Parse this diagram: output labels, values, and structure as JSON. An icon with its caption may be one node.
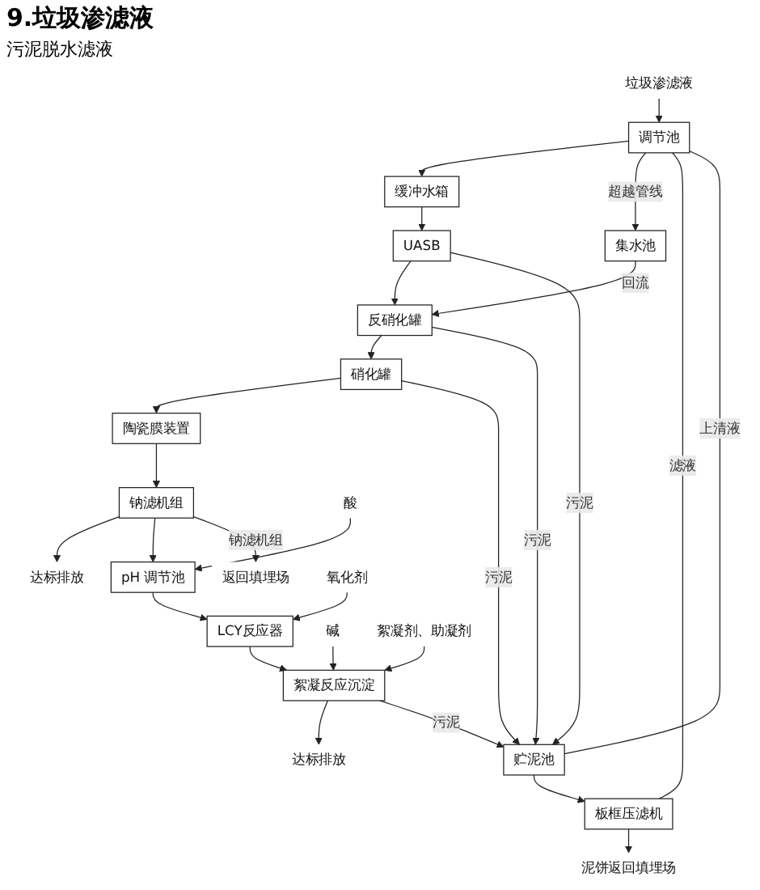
{
  "diagram": {
    "title": "9.垃圾渗滤液",
    "nodes": [
      {
        "text": [
          "调节池"
        ]
      },
      {
        "text": [
          "缓冲水箱"
        ]
      },
      {
        "text": [
          "UASB"
        ]
      },
      {
        "text": [
          "反硝化罐"
        ]
      },
      {
        "text": [
          "硝化罐"
        ]
      },
      {
        "text": [
          "陶瓷膜装置"
        ]
      },
      {
        "text": [
          "钠滤机组"
        ]
      },
      {
        "text": [
          "pH 调节池"
        ]
      },
      {
        "text": [
          "LCY反应器"
        ]
      },
      {
        "text": [
          "絮凝反应沉淀"
        ]
      },
      {
        "text": [
          "集水池"
        ]
      },
      {
        "text": [
          "贮泥池"
        ]
      },
      {
        "text": [
          "板框压滤机"
        ]
      },
      {
        "text": [
          "垃圾渗滤液"
        ]
      },
      {
        "text": [
          "达标排放"
        ]
      },
      {
        "text": [
          "达标排放"
        ]
      },
      {
        "text": [
          "返回填埋场"
        ]
      },
      {
        "text": [
          "泥饼返回填埋场"
        ]
      },
      {
        "text": [
          "酸"
        ]
      },
      {
        "text": [
          "氧化剂"
        ]
      },
      {
        "text": [
          "碱"
        ]
      },
      {
        "text": [
          "絮凝剂、助凝剂"
        ]
      }
    ],
    "edges": [
      {
        "from": 13,
        "to": 0,
        "arrow": "to"
      },
      {
        "from": 0,
        "to": 1,
        "arrow": "to"
      },
      {
        "from": 1,
        "to": 2,
        "arrow": "to"
      },
      {
        "from": 2,
        "to": 3,
        "arrow": "to"
      },
      {
        "from": 3,
        "to": 4,
        "arrow": "to"
      },
      {
        "from": 4,
        "to": 5,
        "arrow": "to"
      },
      {
        "from": 5,
        "to": 6,
        "arrow": "to"
      },
      {
        "from": 6,
        "to": 15,
        "arrow": "to"
      },
      {
        "from": 6,
        "to": 7,
        "arrow": "to"
      },
      {
        "from": 7,
        "to": 8,
        "arrow": "to"
      },
      {
        "from": 8,
        "to": 9,
        "arrow": "to"
      },
      {
        "from": 9,
        "to": 14,
        "arrow": "to"
      },
      {
        "from": 0,
        "to": 10,
        "label": "超越管线",
        "arrow": "to"
      },
      {
        "from": 10,
        "to": 3,
        "label": "回流",
        "arrow": "to"
      },
      {
        "from": 2,
        "to": 11,
        "label": "污泥",
        "arrow": "to"
      },
      {
        "from": 3,
        "to": 11,
        "label": "污泥",
        "arrow": "to"
      },
      {
        "from": 4,
        "to": 11,
        "label": "污泥",
        "arrow": "to"
      },
      {
        "from": 9,
        "to": 11,
        "label": "污泥",
        "arrow": "to"
      },
      {
        "from": 6,
        "to": 16,
        "label": "钠滤机组",
        "arrow": "to"
      },
      {
        "from": 11,
        "to": 12,
        "arrow": "to"
      },
      {
        "from": 12,
        "to": 17,
        "arrow": "to"
      },
      {
        "from": 11,
        "to": 0,
        "label": "上清液",
        "arrow": "none"
      },
      {
        "from": 12,
        "to": 0,
        "label": "滤液",
        "arrow": "none"
      },
      {
        "from": 18,
        "to": 7,
        "arrow": "to"
      },
      {
        "from": 19,
        "to": 8,
        "arrow": "to"
      },
      {
        "from": 20,
        "to": 9,
        "arrow": "to"
      },
      {
        "from": 21,
        "to": 9,
        "arrow": "to"
      }
    ],
    "labels": [
      "污泥脱水滤液"
    ]
  }
}
